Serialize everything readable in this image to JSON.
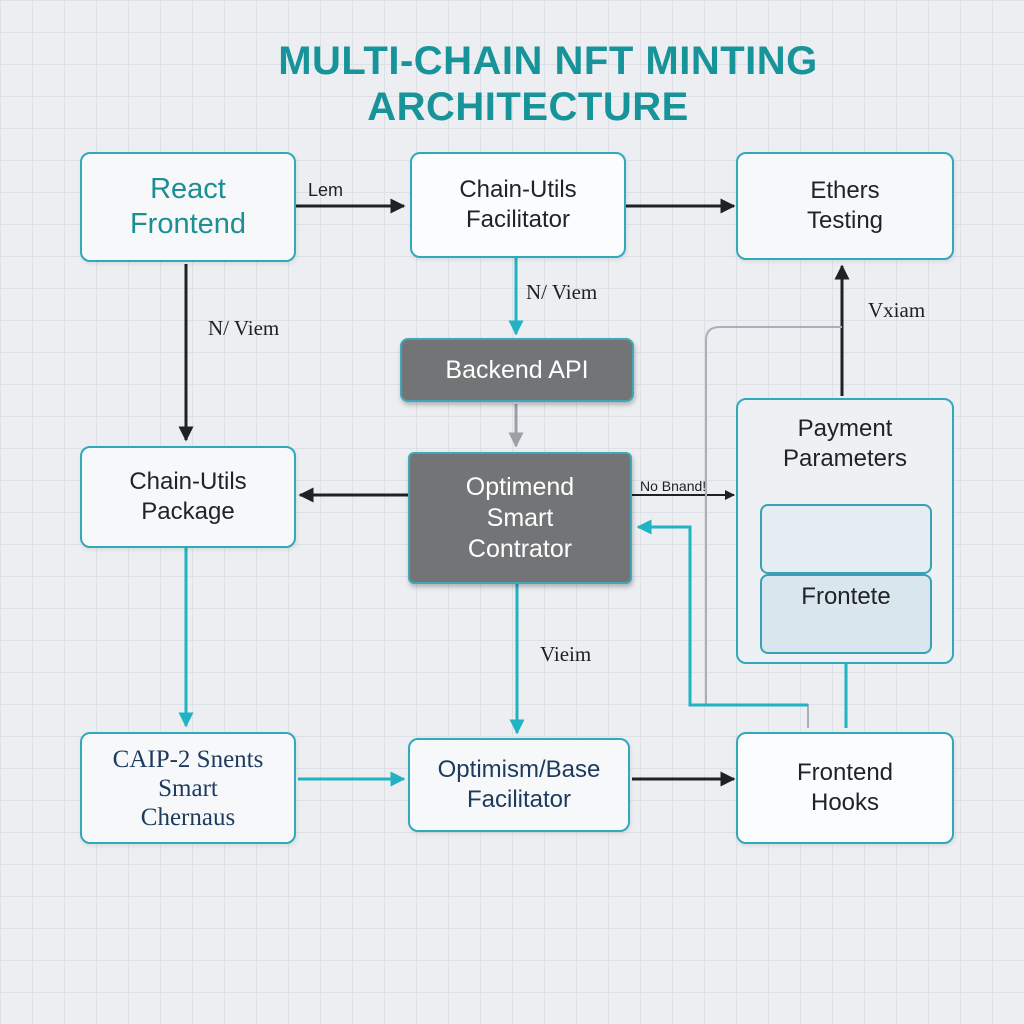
{
  "title": {
    "line1": "MULTI-CHAIN NFT MINTING",
    "line2": "ARCHITECTURE"
  },
  "nodes": {
    "react_frontend": [
      "React",
      "Frontend"
    ],
    "chain_utils_facilitator": [
      "Chain-Utils",
      "Facilitator"
    ],
    "ethers_testing": [
      "Ethers",
      "Testing"
    ],
    "backend_api": [
      "Backend API"
    ],
    "chain_utils_package": [
      "Chain-Utils",
      "Package"
    ],
    "optimend_smart_contrator": [
      "Optimend",
      "Smart",
      "Contrator"
    ],
    "payment_parameters": [
      "Payment",
      "Parameters"
    ],
    "frontete": [
      "Frontete"
    ],
    "caip2_snents": [
      "CAIP-2 Snents",
      "Smart",
      "Chernaus"
    ],
    "optimism_base_facilitator": [
      "Optimism/Base",
      "Facilitator"
    ],
    "frontend_hooks": [
      "Frontend",
      "Hooks"
    ]
  },
  "edge_labels": {
    "lem": "Lem",
    "nv_viem_center": "N/ Viem",
    "nv_viem_left": "N/ Viem",
    "vxiam": "Vxiam",
    "no_brand": "No Bnand!",
    "vieim": "Vieim"
  },
  "colors": {
    "accent_teal": "#17949a",
    "arrow_teal": "#1fb3c4",
    "arrow_dark": "#1f2124",
    "dark_box": "#727476",
    "background": "#eceef1"
  }
}
